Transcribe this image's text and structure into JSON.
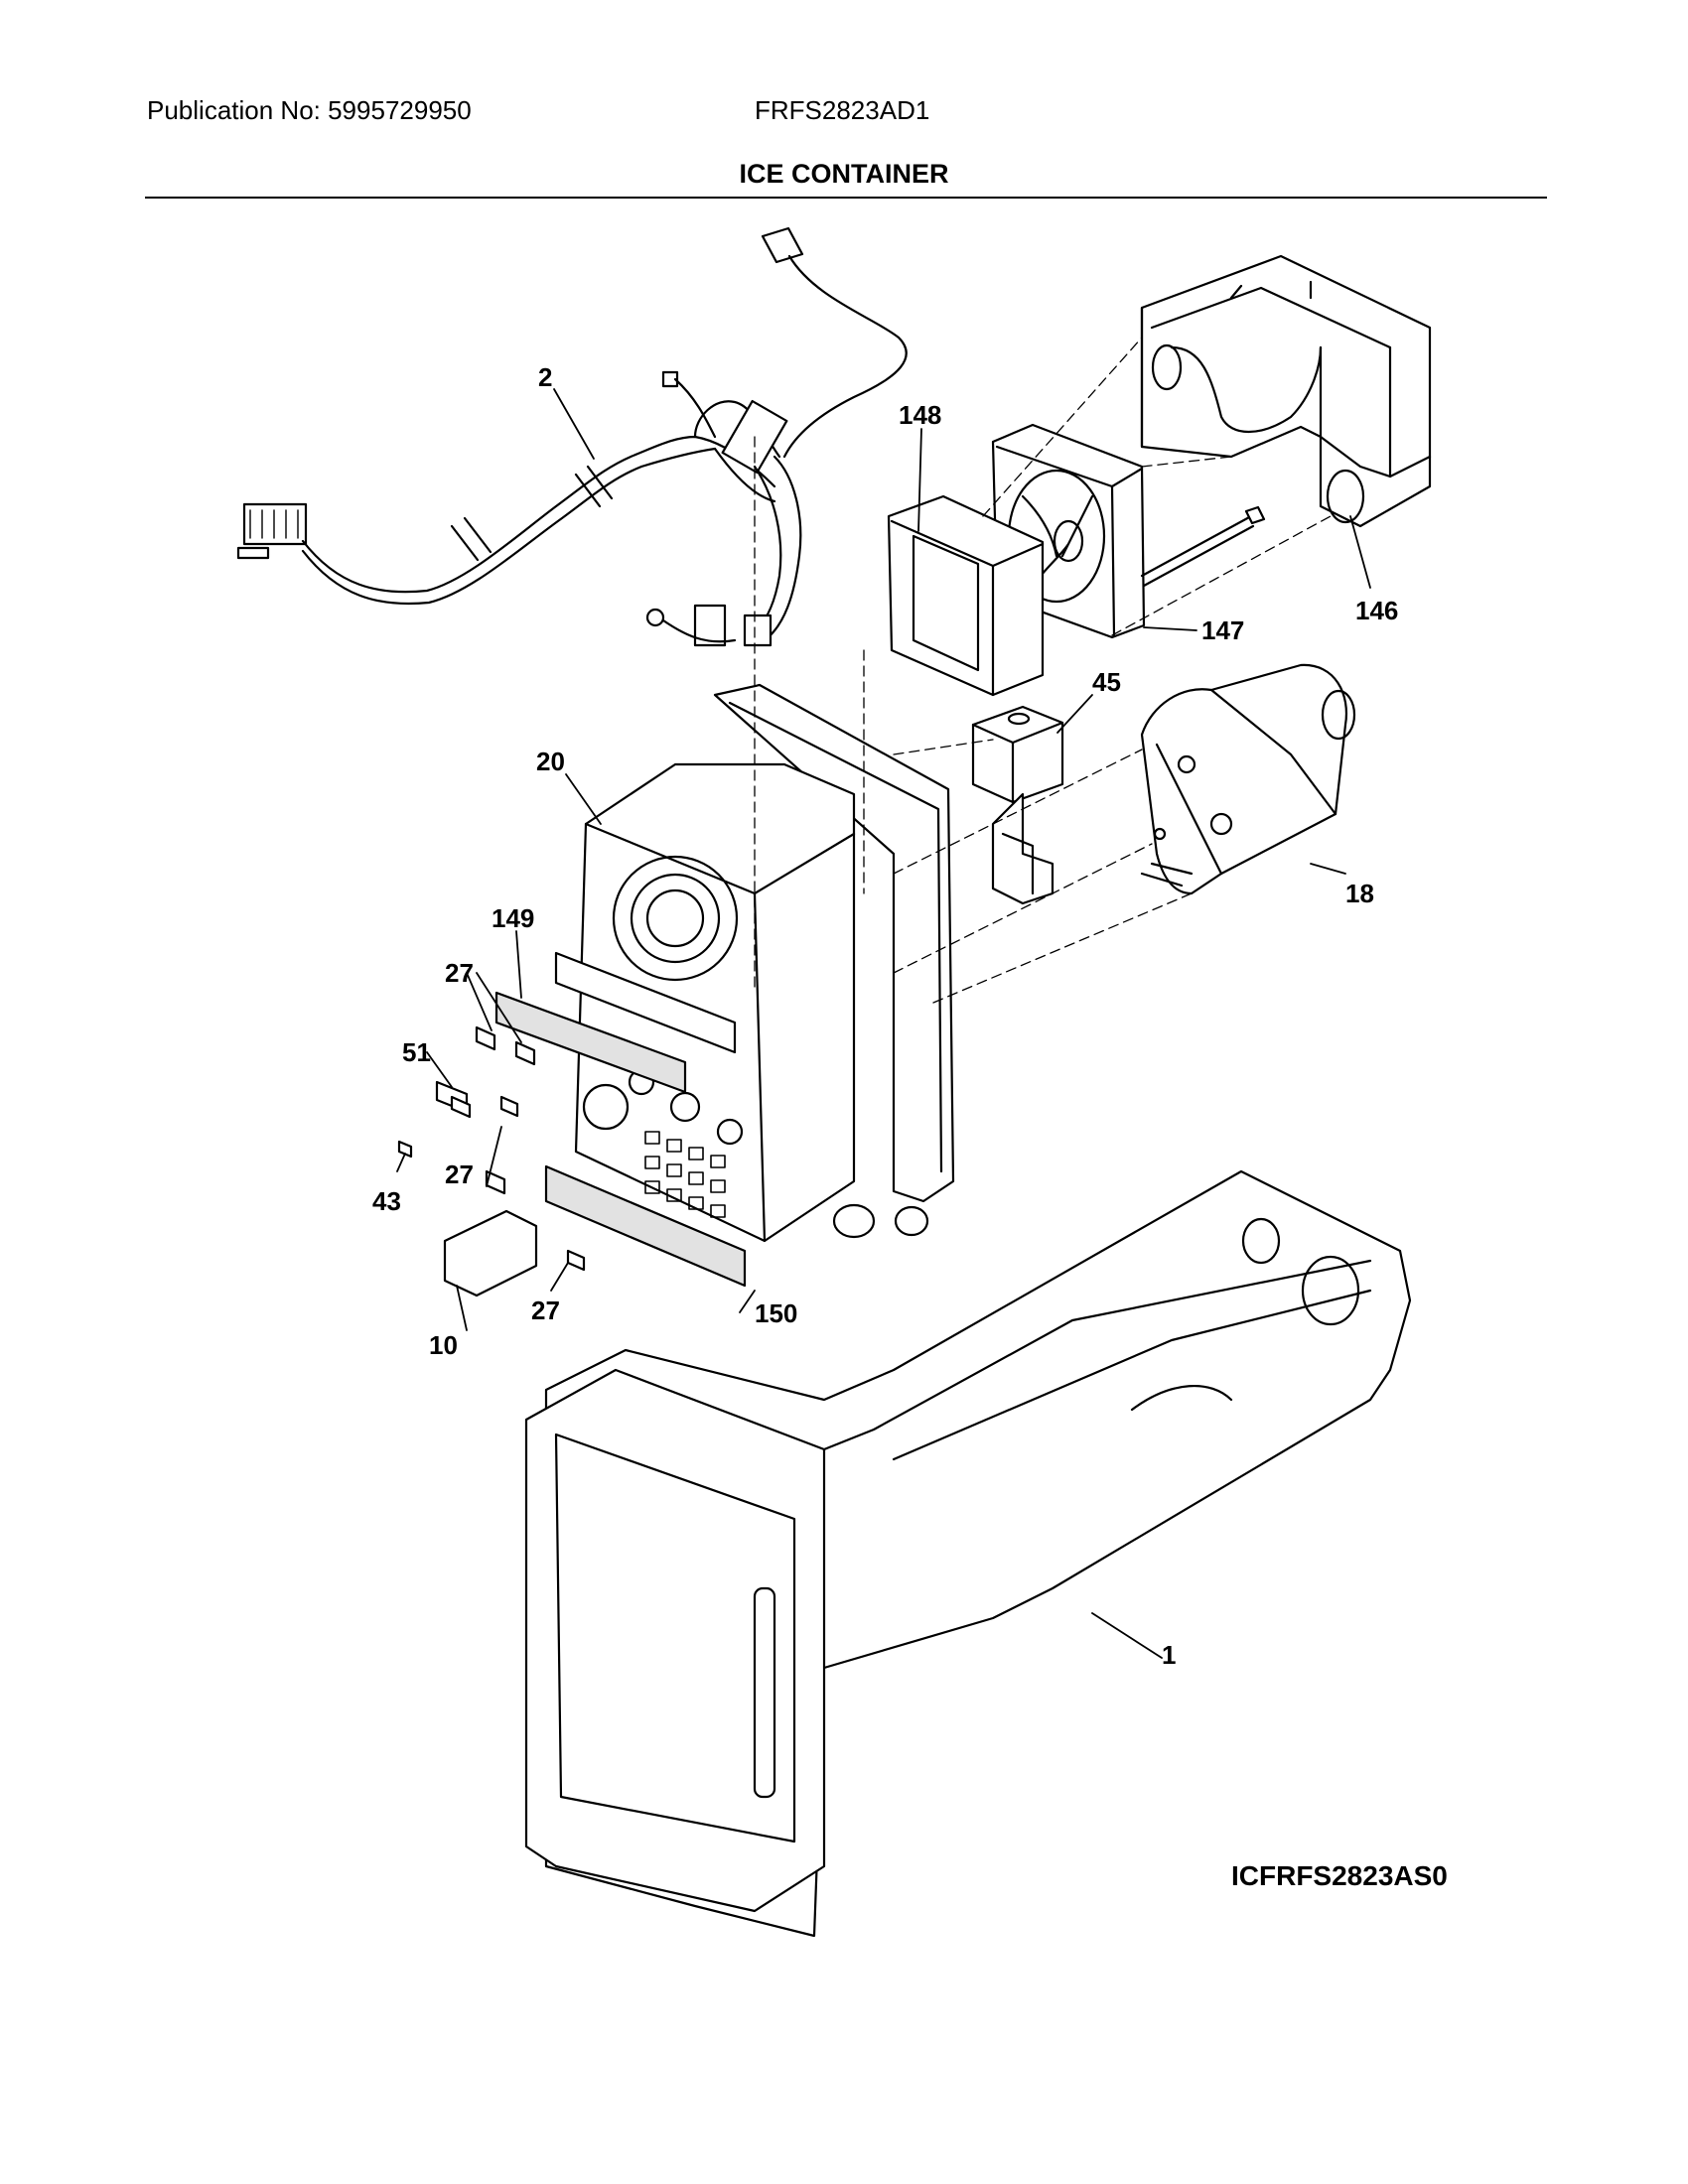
{
  "header": {
    "publication": "Publication No: 5995729950",
    "model": "FRFS2823AD1",
    "title": "ICE CONTAINER"
  },
  "labels": {
    "p1": "1",
    "p2": "2",
    "p10": "10",
    "p18": "18",
    "p20": "20",
    "p27a": "27",
    "p27b": "27",
    "p27c": "27",
    "p43": "43",
    "p45": "45",
    "p51": "51",
    "p146": "146",
    "p147": "147",
    "p148": "148",
    "p149": "149",
    "p150": "150"
  },
  "diagram_code": "ICFRFS2823AS0"
}
